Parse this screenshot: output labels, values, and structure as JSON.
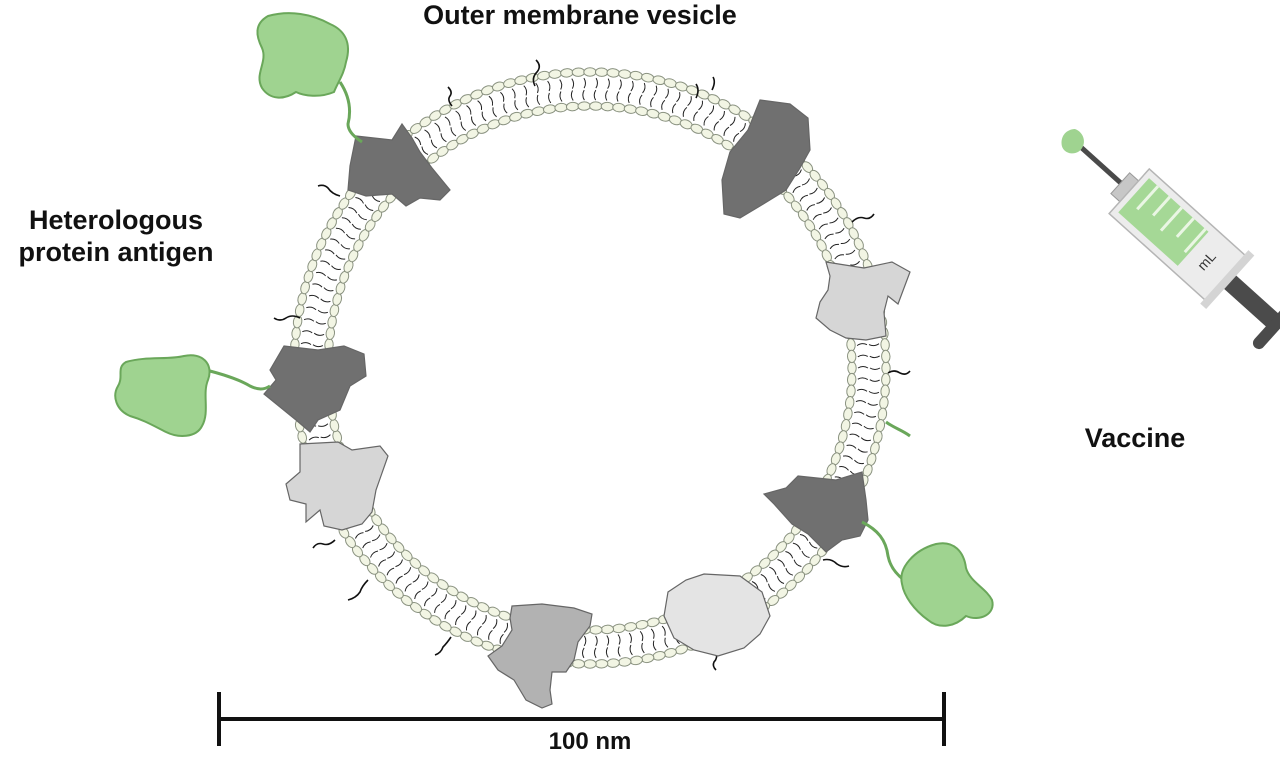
{
  "labels": {
    "title": "Outer membrane vesicle",
    "antigen_line1": "Heterologous",
    "antigen_line2": "protein antigen",
    "vaccine": "Vaccine",
    "scale": "100 nm",
    "syringe_unit": "mL"
  },
  "colors": {
    "antigen_green": "#9fd390",
    "antigen_outline": "#6aa75a",
    "protein_dark": "#707070",
    "protein_mid": "#b2b2b2",
    "protein_light": "#d6d6d6",
    "lipid_head": "#f2f5e4",
    "lipid_outline": "#8a9280",
    "syringe_liquid": "#a5d896",
    "syringe_plunger": "#4b4b4b"
  },
  "icons": {
    "membrane": "lipid-bilayer-ring",
    "syringe": "syringe-icon",
    "scale": "scale-bar"
  }
}
